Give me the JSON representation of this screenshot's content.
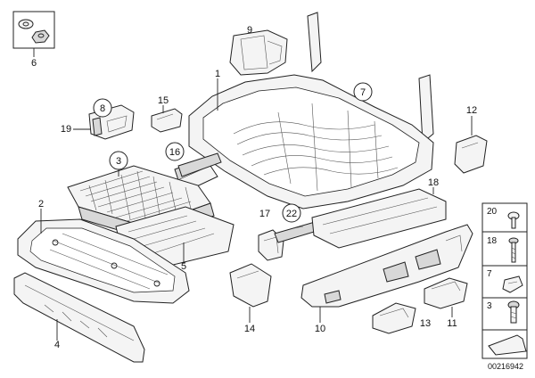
{
  "callouts": {
    "c1": "1",
    "c2": "2",
    "c3": "3",
    "c4": "4",
    "c5": "5",
    "c6": "6",
    "c7": "7",
    "c8": "8",
    "c9": "9",
    "c10": "10",
    "c11": "11",
    "c12": "12",
    "c13": "13",
    "c14": "14",
    "c15": "15",
    "c16": "16",
    "c17": "17",
    "c18": "18",
    "c19": "19",
    "c22": "22"
  },
  "legend": {
    "l20": "20",
    "l18": "18",
    "l7": "7",
    "l3": "3"
  },
  "diagram_code": "00216942"
}
